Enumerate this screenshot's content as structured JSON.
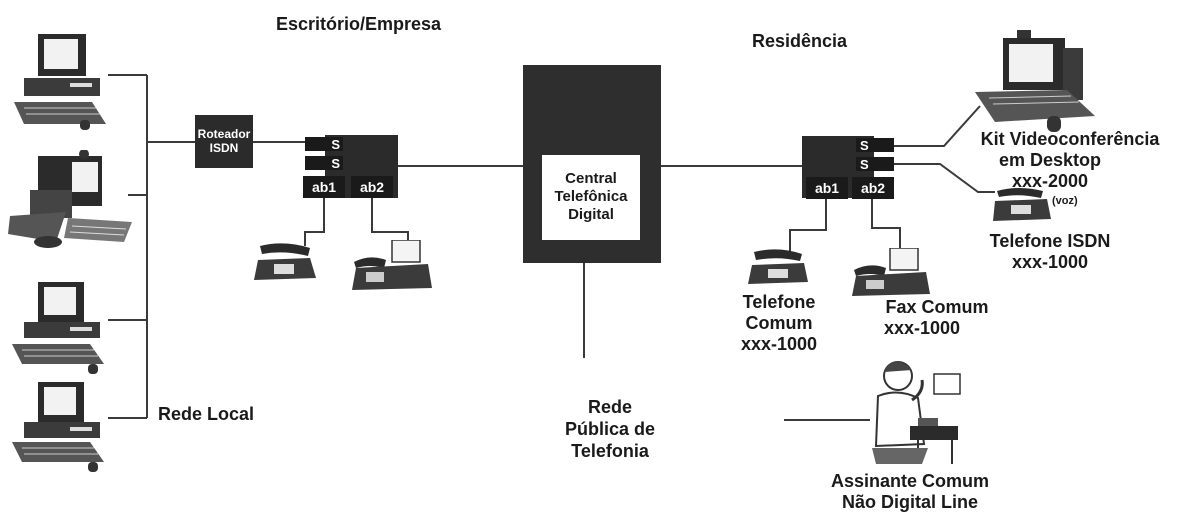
{
  "sections": {
    "office": "Escritório/Empresa",
    "home": "Residência",
    "lan": "Rede Local"
  },
  "router": {
    "line1": "Roteador",
    "line2": "ISDN"
  },
  "office_nt": {
    "s1": "S",
    "s2": "S",
    "p1": "ab1",
    "p2": "ab2"
  },
  "home_nt": {
    "s1": "S",
    "s2": "S",
    "p1": "ab1",
    "p2": "ab2"
  },
  "central": {
    "line1": "Central",
    "line2": "Telefônica",
    "line3": "Digital"
  },
  "pstn": {
    "line1": "Rede",
    "line2": "Pública de",
    "line3": "Telefonia"
  },
  "video_kit": {
    "line1": "Kit Videoconferência",
    "line2": "em Desktop",
    "line3": "xxx-2000"
  },
  "isdn_phone": {
    "voice": "(voz)",
    "line1": "Telefone ISDN",
    "line2": "xxx-1000"
  },
  "common_phone": {
    "line1": "Telefone",
    "line2": "Comum",
    "line3": "xxx-1000"
  },
  "common_fax": {
    "line1": "Fax Comum",
    "line2": "xxx-1000"
  },
  "subscriber": {
    "line1": "Assinante Comum",
    "line2": "Não Digital Line"
  },
  "colors": {
    "device": "#2b2b2b",
    "line": "#3a3a3a",
    "paper": "#ffffff"
  }
}
